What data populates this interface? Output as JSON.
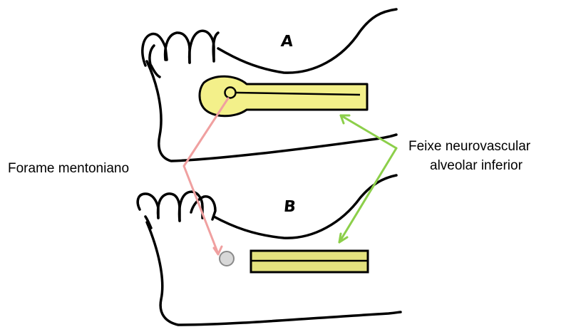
{
  "panels": {
    "a_label": "A",
    "b_label": "B"
  },
  "labels": {
    "forame": "Forame mentoniano",
    "feixe_line1": "Feixe neurovascular",
    "feixe_line2": "alveolar inferior"
  },
  "colors": {
    "nerve_fill_a": "#f3f08a",
    "nerve_fill_b": "#e4e27e",
    "foramen_b": "#d8d8d8",
    "pointer_forame": "#f0a0a0",
    "pointer_feixe": "#8ccf4a",
    "outline": "#000000"
  }
}
